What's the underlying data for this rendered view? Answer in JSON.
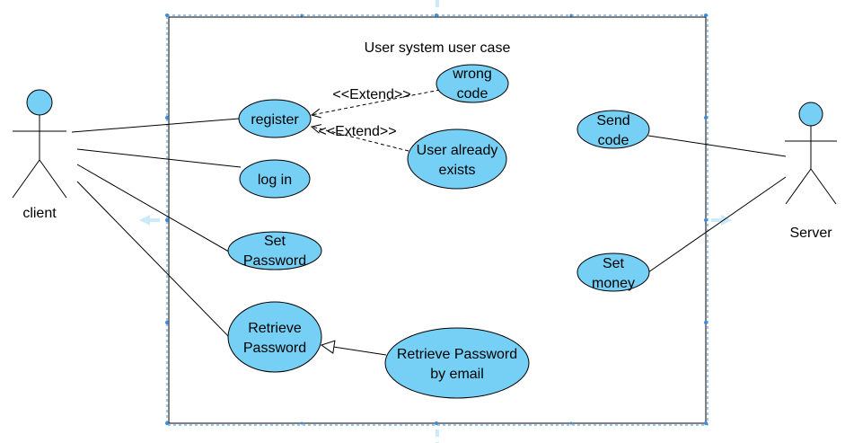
{
  "diagram": {
    "system_title": "User system user case",
    "colors": {
      "usecase_fill": "#76CFF5",
      "actor_fill": "#76CFF5",
      "stroke": "#000000",
      "selection": "#3C8CD7",
      "guide": "#CBEBFA"
    },
    "actors": {
      "client": {
        "label": "client"
      },
      "server": {
        "label": "Server"
      }
    },
    "use_cases": {
      "register": {
        "lines": [
          "register"
        ]
      },
      "login": {
        "lines": [
          "log in"
        ]
      },
      "set_password": {
        "lines": [
          "Set",
          "Password"
        ]
      },
      "retrieve_password": {
        "lines": [
          "Retrieve",
          "Password"
        ]
      },
      "wrong_code": {
        "lines": [
          "wrong",
          "code"
        ]
      },
      "user_exists": {
        "lines": [
          "User already",
          "exists"
        ]
      },
      "send_code": {
        "lines": [
          "Send",
          "code"
        ]
      },
      "set_money": {
        "lines": [
          "Set",
          "money"
        ]
      },
      "retrieve_by_email": {
        "lines": [
          "Retrieve Password",
          "by email"
        ]
      }
    },
    "relations": {
      "extend_1": "<<Extend>>",
      "extend_2": "<<Extend>>"
    }
  }
}
